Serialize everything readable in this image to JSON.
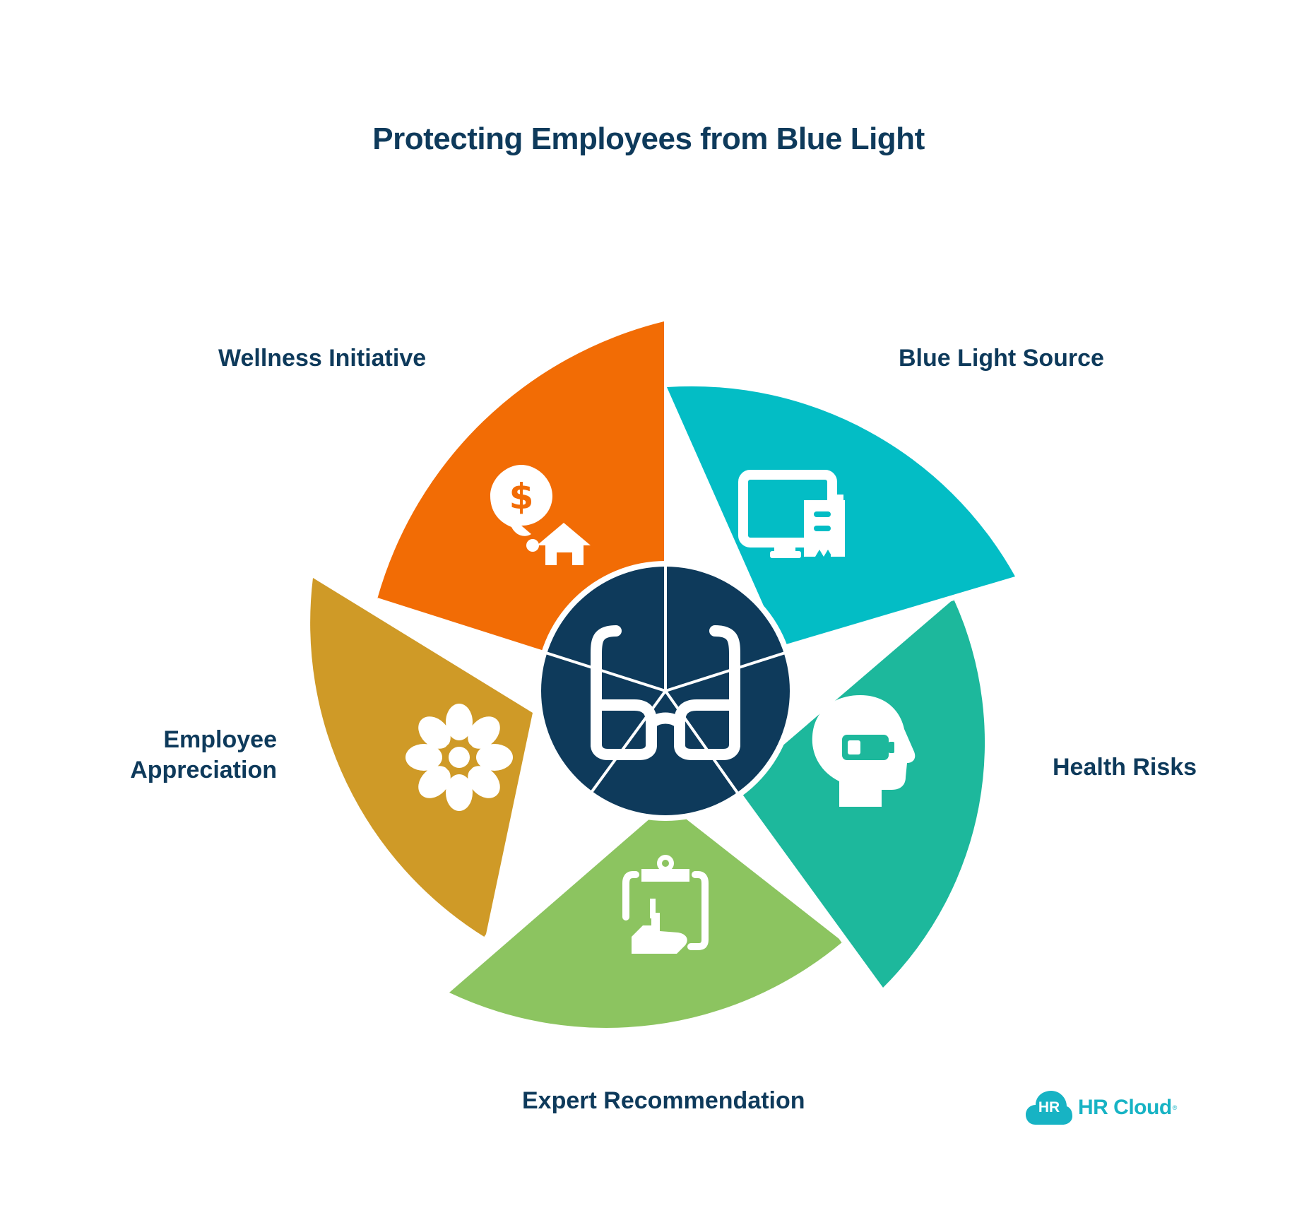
{
  "title": "Protecting Employees from Blue Light",
  "center": {
    "icon": "glasses-icon",
    "color": "#0e3a5b"
  },
  "segments": [
    {
      "id": "blue-light-source",
      "label": "Blue Light Source",
      "icon": "monitor-document-icon",
      "color": "#03bdc5"
    },
    {
      "id": "health-risks",
      "label": "Health Risks",
      "icon": "head-battery-icon",
      "color": "#1db89c"
    },
    {
      "id": "expert-recommendation",
      "label": "Expert Recommendation",
      "icon": "clipboard-hand-icon",
      "color": "#8cc460"
    },
    {
      "id": "employee-appreciation",
      "label": "Employee\nAppreciation",
      "icon": "flower-icon",
      "color": "#cf9a27"
    },
    {
      "id": "wellness-initiative",
      "label": "Wellness Initiative",
      "icon": "dollar-house-icon",
      "color": "#f26c05"
    }
  ],
  "logo": {
    "mark": "HR",
    "text": "HR Cloud",
    "reg": "®",
    "color": "#17b3c4"
  }
}
